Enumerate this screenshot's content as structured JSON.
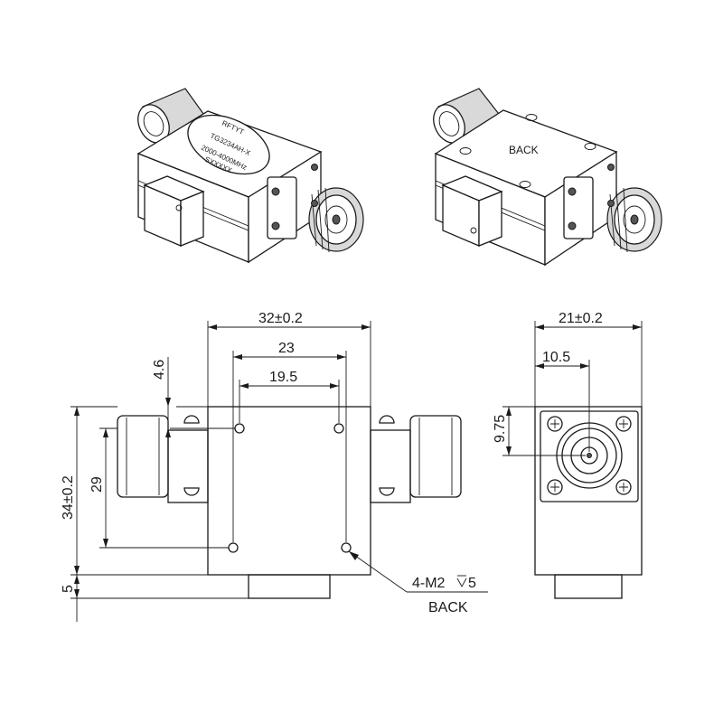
{
  "product_labels": {
    "brand": "RFTYT",
    "model": "TG3234AH-X",
    "frequency": "2000-4000MHz",
    "serial": "SXXXXX",
    "back_label": "BACK"
  },
  "dimensions": {
    "body_width": "32±0.2",
    "hole_spacing_outer": "23",
    "hole_spacing_inner": "19.5",
    "edge_offset": "4.6",
    "body_height": "34±0.2",
    "hole_spacing_vertical": "29",
    "bottom_offset": "5",
    "side_width": "21±0.2",
    "connector_offset_x": "10.5",
    "connector_offset_y": "9.75",
    "hole_callout": "4-M2",
    "hole_depth": "5",
    "hole_side": "BACK"
  },
  "icons": {
    "depth_symbol": "depth-symbol-icon"
  }
}
